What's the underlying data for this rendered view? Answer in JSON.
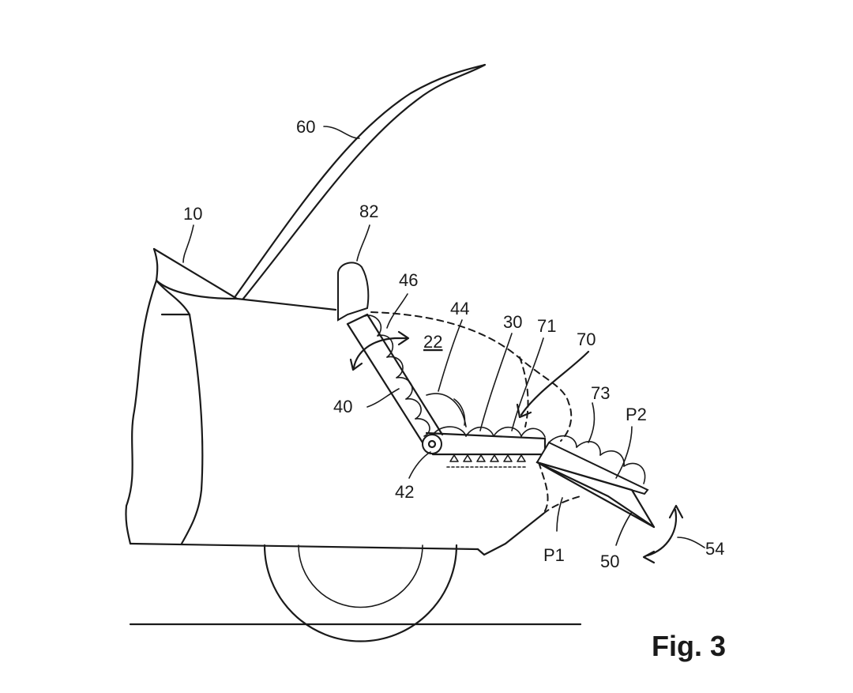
{
  "figure_label": "Fig. 3",
  "labels": {
    "l60": "60",
    "l10": "10",
    "l82": "82",
    "l46": "46",
    "l44": "44",
    "l22": "22",
    "l30": "30",
    "l71": "71",
    "l70": "70",
    "l40": "40",
    "l73": "73",
    "lP2": "P2",
    "l42": "42",
    "lP1": "P1",
    "l50": "50",
    "l54": "54"
  }
}
